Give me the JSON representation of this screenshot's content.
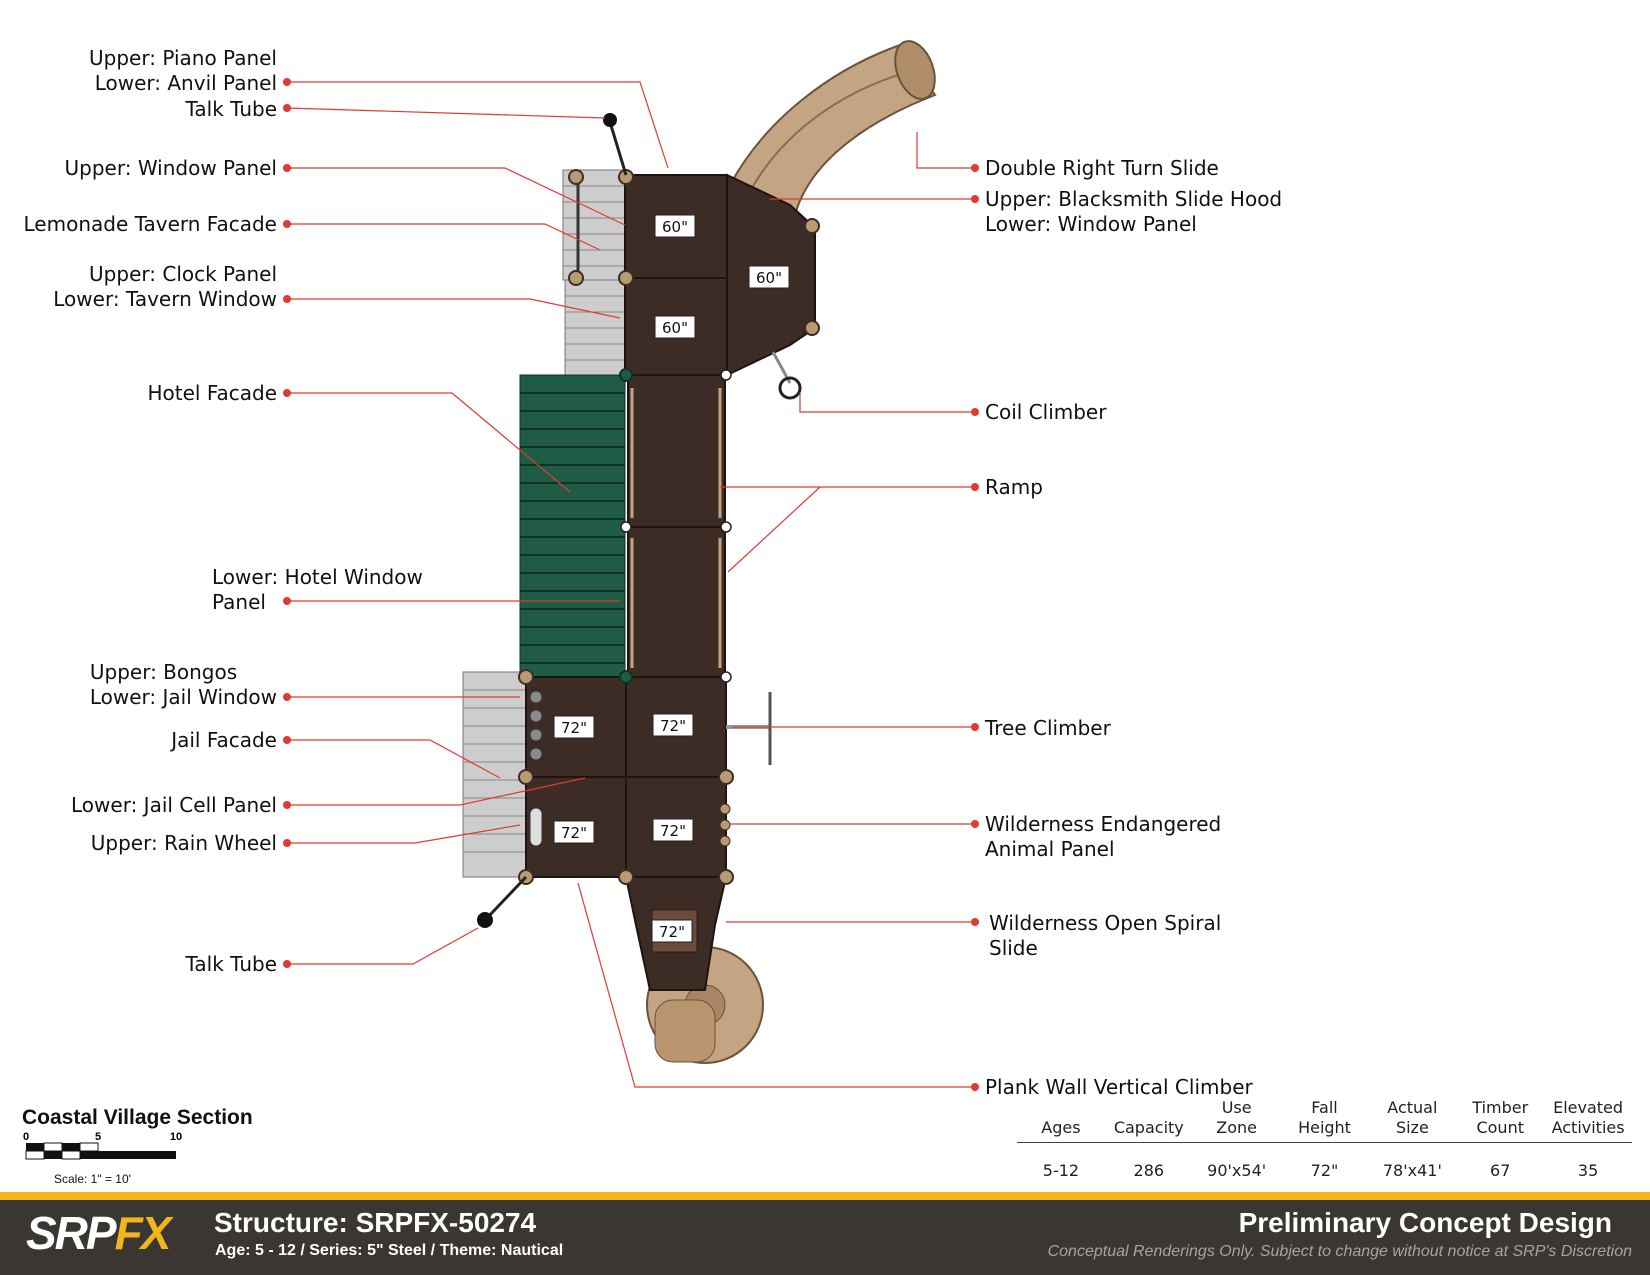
{
  "callouts_left": [
    {
      "id": "piano",
      "lines": [
        "Upper: Piano Panel",
        "Lower: Anvil Panel"
      ]
    },
    {
      "id": "talk-top",
      "lines": [
        "Talk Tube"
      ]
    },
    {
      "id": "window",
      "lines": [
        "Upper: Window Panel"
      ]
    },
    {
      "id": "lemonade",
      "lines": [
        "Lemonade Tavern Facade"
      ]
    },
    {
      "id": "clock",
      "lines": [
        "Upper: Clock Panel",
        "Lower: Tavern Window"
      ]
    },
    {
      "id": "hotel",
      "lines": [
        "Hotel Facade"
      ]
    },
    {
      "id": "hotel-window",
      "lines": [
        "Lower: Hotel Window",
        "Panel"
      ]
    },
    {
      "id": "bongos",
      "lines": [
        "Upper: Bongos",
        "Lower: Jail Window"
      ]
    },
    {
      "id": "jail",
      "lines": [
        "Jail Facade"
      ]
    },
    {
      "id": "jail-cell",
      "lines": [
        "Lower: Jail Cell Panel"
      ]
    },
    {
      "id": "rain",
      "lines": [
        "Upper: Rain Wheel"
      ]
    },
    {
      "id": "talk-bottom",
      "lines": [
        "Talk Tube"
      ]
    }
  ],
  "callouts_right": [
    {
      "id": "double-slide",
      "lines": [
        "Double Right Turn Slide"
      ]
    },
    {
      "id": "blacksmith",
      "lines": [
        "Upper: Blacksmith Slide Hood",
        "Lower: Window Panel"
      ]
    },
    {
      "id": "coil",
      "lines": [
        "Coil Climber"
      ]
    },
    {
      "id": "ramp",
      "lines": [
        "Ramp"
      ]
    },
    {
      "id": "tree",
      "lines": [
        "Tree Climber"
      ]
    },
    {
      "id": "wilderness-panel",
      "lines": [
        "Wilderness Endangered",
        "Animal Panel"
      ]
    },
    {
      "id": "spiral",
      "lines": [
        "Wilderness Open Spiral",
        "Slide"
      ]
    },
    {
      "id": "plank",
      "lines": [
        "Plank Wall Vertical Climber"
      ]
    }
  ],
  "deck_heights": {
    "d1": "60\"",
    "d2": "60\"",
    "d3": "60\"",
    "d4": "72\"",
    "d5": "72\"",
    "d6": "72\"",
    "d7": "72\"",
    "d8": "72\""
  },
  "section_title": "Coastal Village Section",
  "scale": {
    "ticks": [
      "0",
      "5",
      "10"
    ],
    "text": "Scale: 1\" = 10'"
  },
  "stats": {
    "headers": [
      [
        "Ages"
      ],
      [
        "Capacity"
      ],
      [
        "Use",
        "Zone"
      ],
      [
        "Fall",
        "Height"
      ],
      [
        "Actual",
        "Size"
      ],
      [
        "Timber",
        "Count"
      ],
      [
        "Elevated",
        "Activities"
      ]
    ],
    "values": [
      "5-12",
      "286",
      "90'x54'",
      "72\"",
      "78'x41'",
      "67",
      "35"
    ]
  },
  "footer": {
    "logo_a": "SRP",
    "logo_b": "FX",
    "structure_title": "Structure: SRPFX-50274",
    "structure_sub": "Age: 5 - 12 / Series: 5\" Steel / Theme: Nautical",
    "prelim": "Preliminary Concept Design",
    "disclaimer": "Conceptual Renderings Only. Subject to change without notice at SRP's Discretion"
  },
  "colors": {
    "leader": "#e03a32",
    "deck": "#3d2c25",
    "facade_green": "#1f5c45",
    "facade_grey": "#c9c9c9",
    "slide": "#c4a483",
    "accent": "#f2b51c",
    "footer_bg": "#3a3631"
  }
}
